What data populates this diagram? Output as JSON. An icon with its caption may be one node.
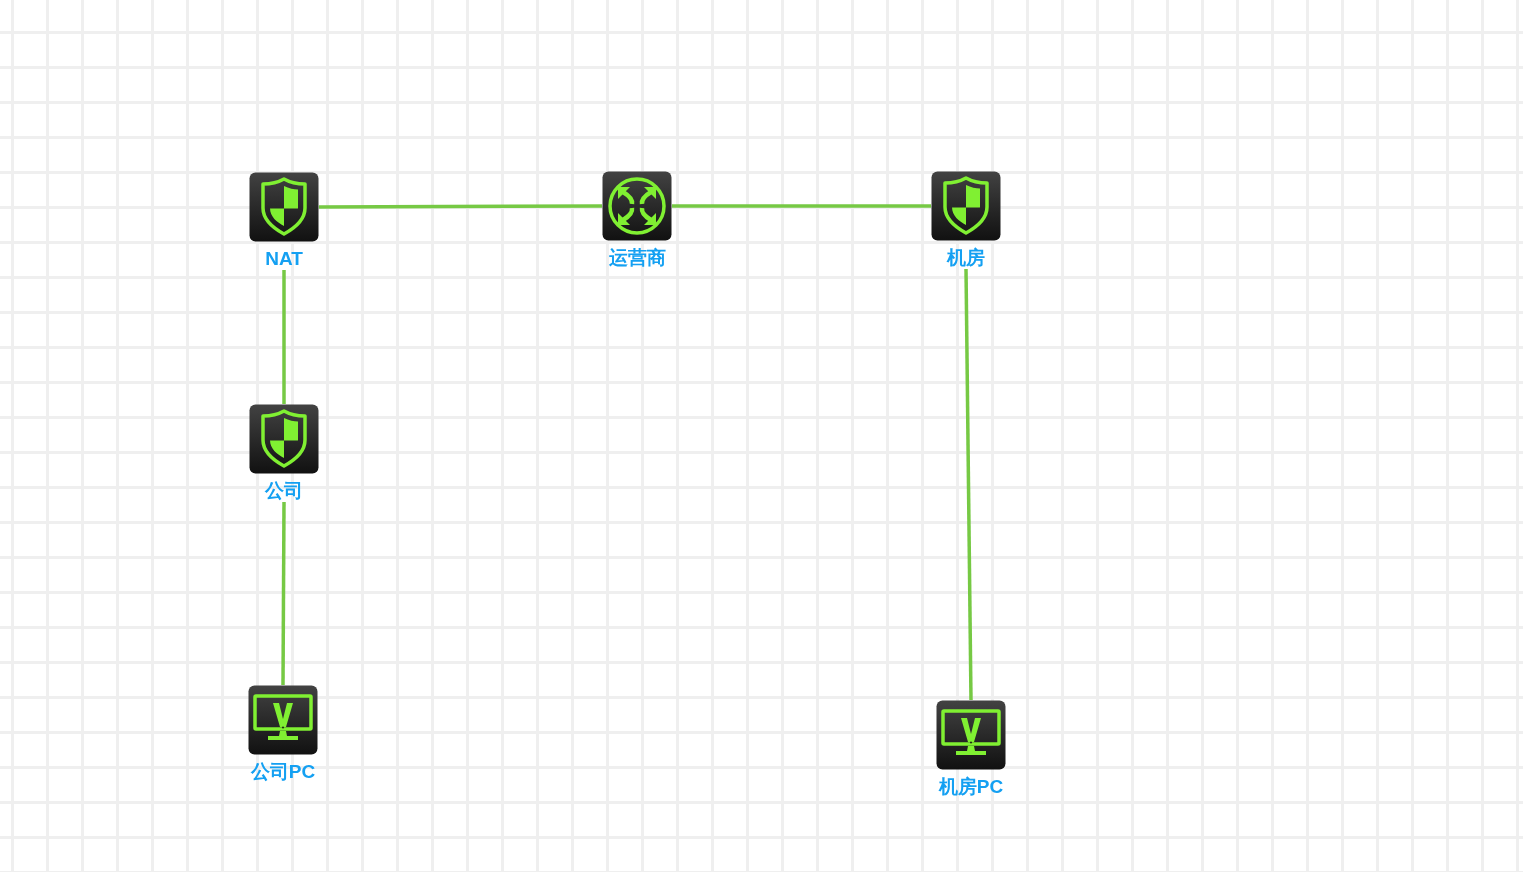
{
  "diagram": {
    "nodes": [
      {
        "text": [
          "NAT"
        ]
      },
      {
        "text": [
          "运营商"
        ]
      },
      {
        "text": [
          "机房"
        ]
      },
      {
        "text": [
          "公司"
        ]
      },
      {
        "text": [
          "公司PC"
        ]
      },
      {
        "text": [
          "机房PC"
        ]
      }
    ],
    "edges": [
      {
        "from": 0,
        "to": 1,
        "arrow": "none"
      },
      {
        "from": 1,
        "to": 2,
        "arrow": "none"
      },
      {
        "from": 0,
        "to": 3,
        "arrow": "none"
      },
      {
        "from": 3,
        "to": 4,
        "arrow": "none"
      },
      {
        "from": 2,
        "to": 5,
        "arrow": "none"
      }
    ]
  }
}
